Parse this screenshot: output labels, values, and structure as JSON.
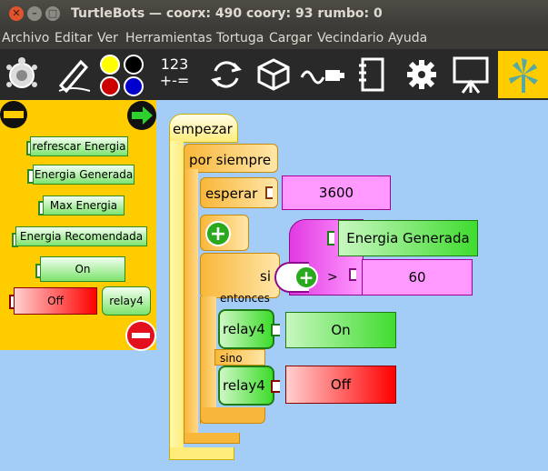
{
  "window": {
    "title": "TurtleBots — coorx: 490 coory: 93 rumbo: 0"
  },
  "menu": [
    "Archivo",
    "Editar",
    "Ver",
    "Herramientas",
    "Tortuga",
    "Cargar",
    "Vecindario",
    "Ayuda"
  ],
  "toolbar": {
    "numbers_label_top": "123",
    "numbers_label_bottom": "+-=",
    "pen_colors": [
      "#ffff00",
      "#000000",
      "#cc0000",
      "#0000cc"
    ]
  },
  "palette": {
    "blocks": [
      "refrescar Energia",
      "Energia Generada",
      "Max Energia",
      "Energia Recomendada",
      "On",
      "Off",
      "relay4"
    ]
  },
  "script": {
    "start": "empezar",
    "forever": "por siempre",
    "wait": {
      "label": "esperar",
      "value": "3600"
    },
    "comparison": {
      "left": "Energia Generada",
      "op": ">",
      "right": "60"
    },
    "if": {
      "label": "si",
      "then_label": "entonces",
      "else_label": "sino"
    },
    "then_action": {
      "relay": "relay4",
      "value": "On"
    },
    "else_action": {
      "relay": "relay4",
      "value": "Off"
    }
  },
  "colors": {
    "palette_bg": "#ffcc00",
    "canvas_bg": "#a3cdf7",
    "flow_block": "#f8b73a",
    "number_block": "#ff99ff"
  }
}
